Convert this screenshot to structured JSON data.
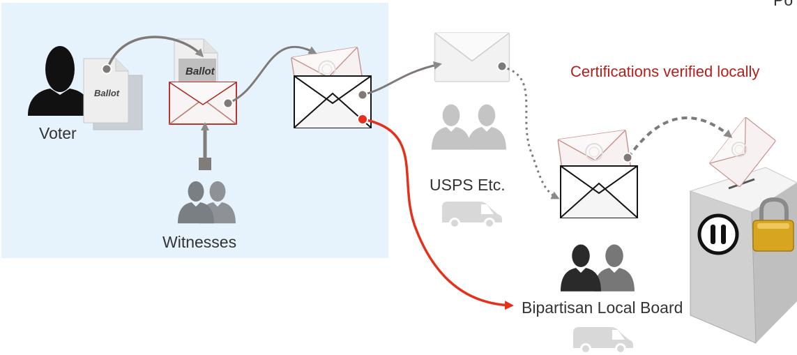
{
  "labels": {
    "voter": "Voter",
    "witnesses": "Witnesses",
    "usps": "USPS Etc.",
    "local_board": "Bipartisan Local Board",
    "certifications": "Certifications verified locally",
    "cut_top_text": "Po"
  },
  "ballot_label": "Ballot",
  "colors": {
    "region_fill": "#e6f3fd",
    "red_accent": "#b2201c",
    "arrow_gray": "#8c8a88",
    "arrow_red": "#e7301c",
    "person_dark": "#111111",
    "person_gray": "#b9b9b9"
  },
  "icons": [
    "person-silhouette-icon",
    "witnesses-icon",
    "postal-workers-icon",
    "board-members-icon",
    "van-icon",
    "envelope-icon",
    "sealed-envelope-icon",
    "ballot-document-icon",
    "ballot-box-icon",
    "padlock-icon",
    "pause-symbol-icon"
  ]
}
